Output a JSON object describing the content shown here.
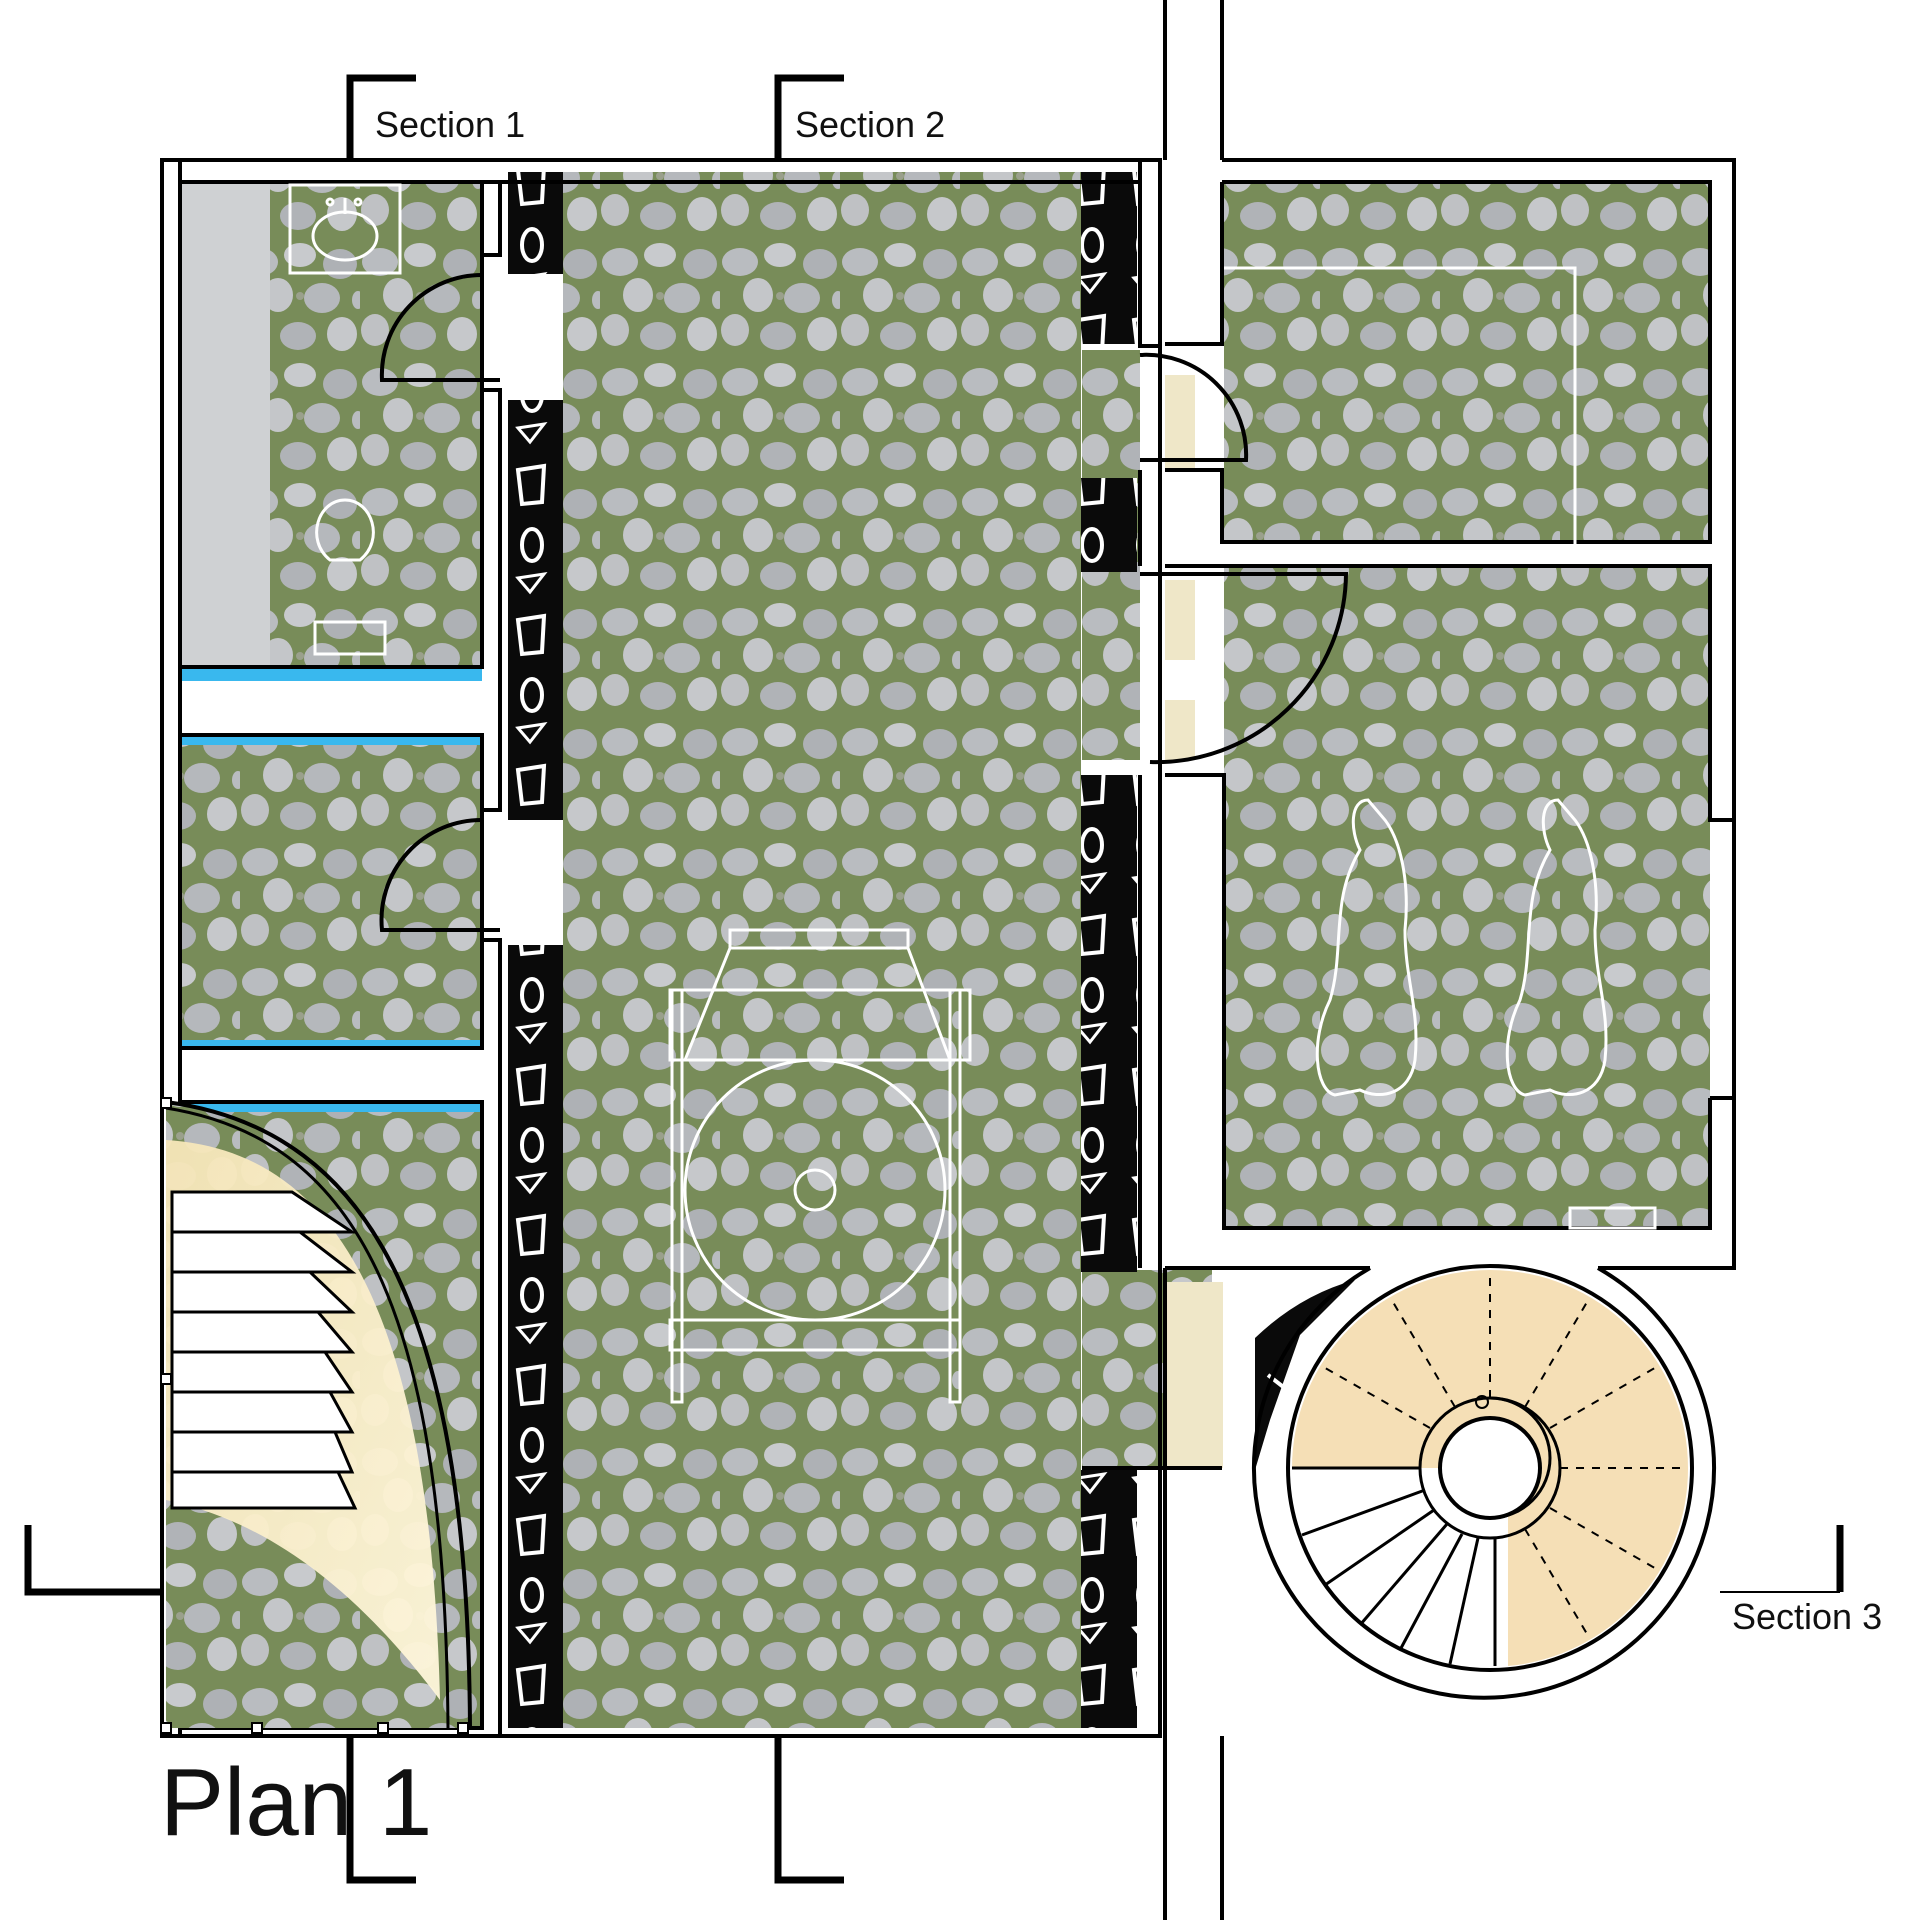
{
  "labels": {
    "section_1": "Section 1",
    "section_2": "Section 2",
    "section_3": "Section 3",
    "plan_title": "Plan 1"
  },
  "colors": {
    "wall": "#000000",
    "pebble_grout": "#6f8a47",
    "pebble_stone": "#b9bcc0",
    "stair_fill": "#f5dfb6",
    "water_blue": "#39b8ee",
    "shower_grey": "#cfd1d3"
  }
}
